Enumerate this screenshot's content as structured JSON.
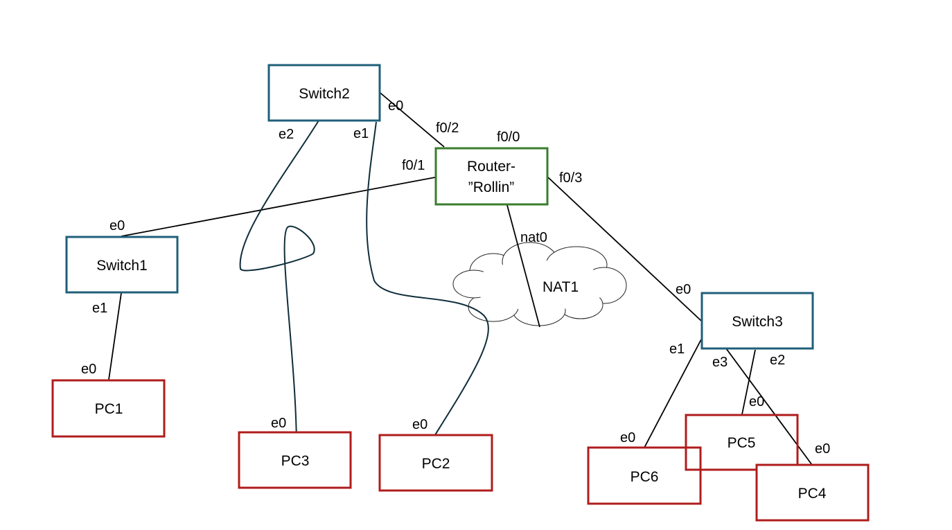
{
  "colors": {
    "switch": "#1f5f7a",
    "router": "#3a7d2c",
    "pc": "#b01c1c"
  },
  "nodes": {
    "switch2": {
      "label": "Switch2"
    },
    "switch1": {
      "label": "Switch1"
    },
    "switch3": {
      "label": "Switch3"
    },
    "router": {
      "line1": "Router-",
      "line2": "”Rollin”"
    },
    "nat1": {
      "label": "NAT1"
    },
    "pc1": {
      "label": "PC1"
    },
    "pc2": {
      "label": "PC2"
    },
    "pc3": {
      "label": "PC3"
    },
    "pc4": {
      "label": "PC4"
    },
    "pc5": {
      "label": "PC5"
    },
    "pc6": {
      "label": "PC6"
    }
  },
  "ports": {
    "switch2_e0": "e0",
    "switch2_e1": "e1",
    "switch2_e2": "e2",
    "router_f0_0": "f0/0",
    "router_f0_1": "f0/1",
    "router_f0_2": "f0/2",
    "router_f0_3": "f0/3",
    "nat1_nat0": "nat0",
    "switch1_e0": "e0",
    "switch1_e1": "e1",
    "pc1_e0": "e0",
    "pc3_e0": "e0",
    "pc2_e0": "e0",
    "switch3_e0": "e0",
    "switch3_e1": "e1",
    "switch3_e2": "e2",
    "switch3_e3": "e3",
    "pc5_e0": "e0",
    "pc6_e0": "e0",
    "pc4_e0": "e0"
  }
}
